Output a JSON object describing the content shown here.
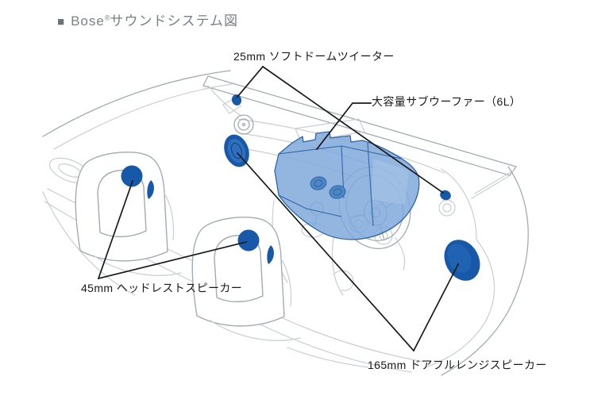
{
  "title": {
    "marker": "■",
    "brand": "Bose",
    "registered": "®",
    "suffix": "サウンドシステム図"
  },
  "labels": {
    "tweeter": "25mm ソフトドームツイーター",
    "subwoofer": "大容量サブウーファー（6L）",
    "headrest": "45mm ヘッドレストスピーカー",
    "door": "165mm ドアフルレンジスピーカー"
  },
  "icons": {
    "tweeter_left": "tweeter-dot-marker",
    "tweeter_right": "tweeter-dot-marker",
    "headrest_left": "headrest-speaker-marker",
    "headrest_right": "headrest-speaker-marker",
    "door_left": "door-speaker-marker",
    "door_right": "door-speaker-marker",
    "subwoofer": "subwoofer-box-marker"
  },
  "colors": {
    "speaker_blue": "#1759A8",
    "speaker_blue_light": "#2F6FBE",
    "subwoofer_fill": "#7FA9DA",
    "subwoofer_highlight": "#A6C3E6",
    "subwoofer_line": "#2E66A8",
    "leader_line": "#1A1A1A",
    "label_text": "#1A1A1A",
    "title_text": "#7B8084",
    "title_marker": "#6D7276",
    "car_line_light": "#C9CED2",
    "car_line_mid": "#A4ABB1"
  }
}
